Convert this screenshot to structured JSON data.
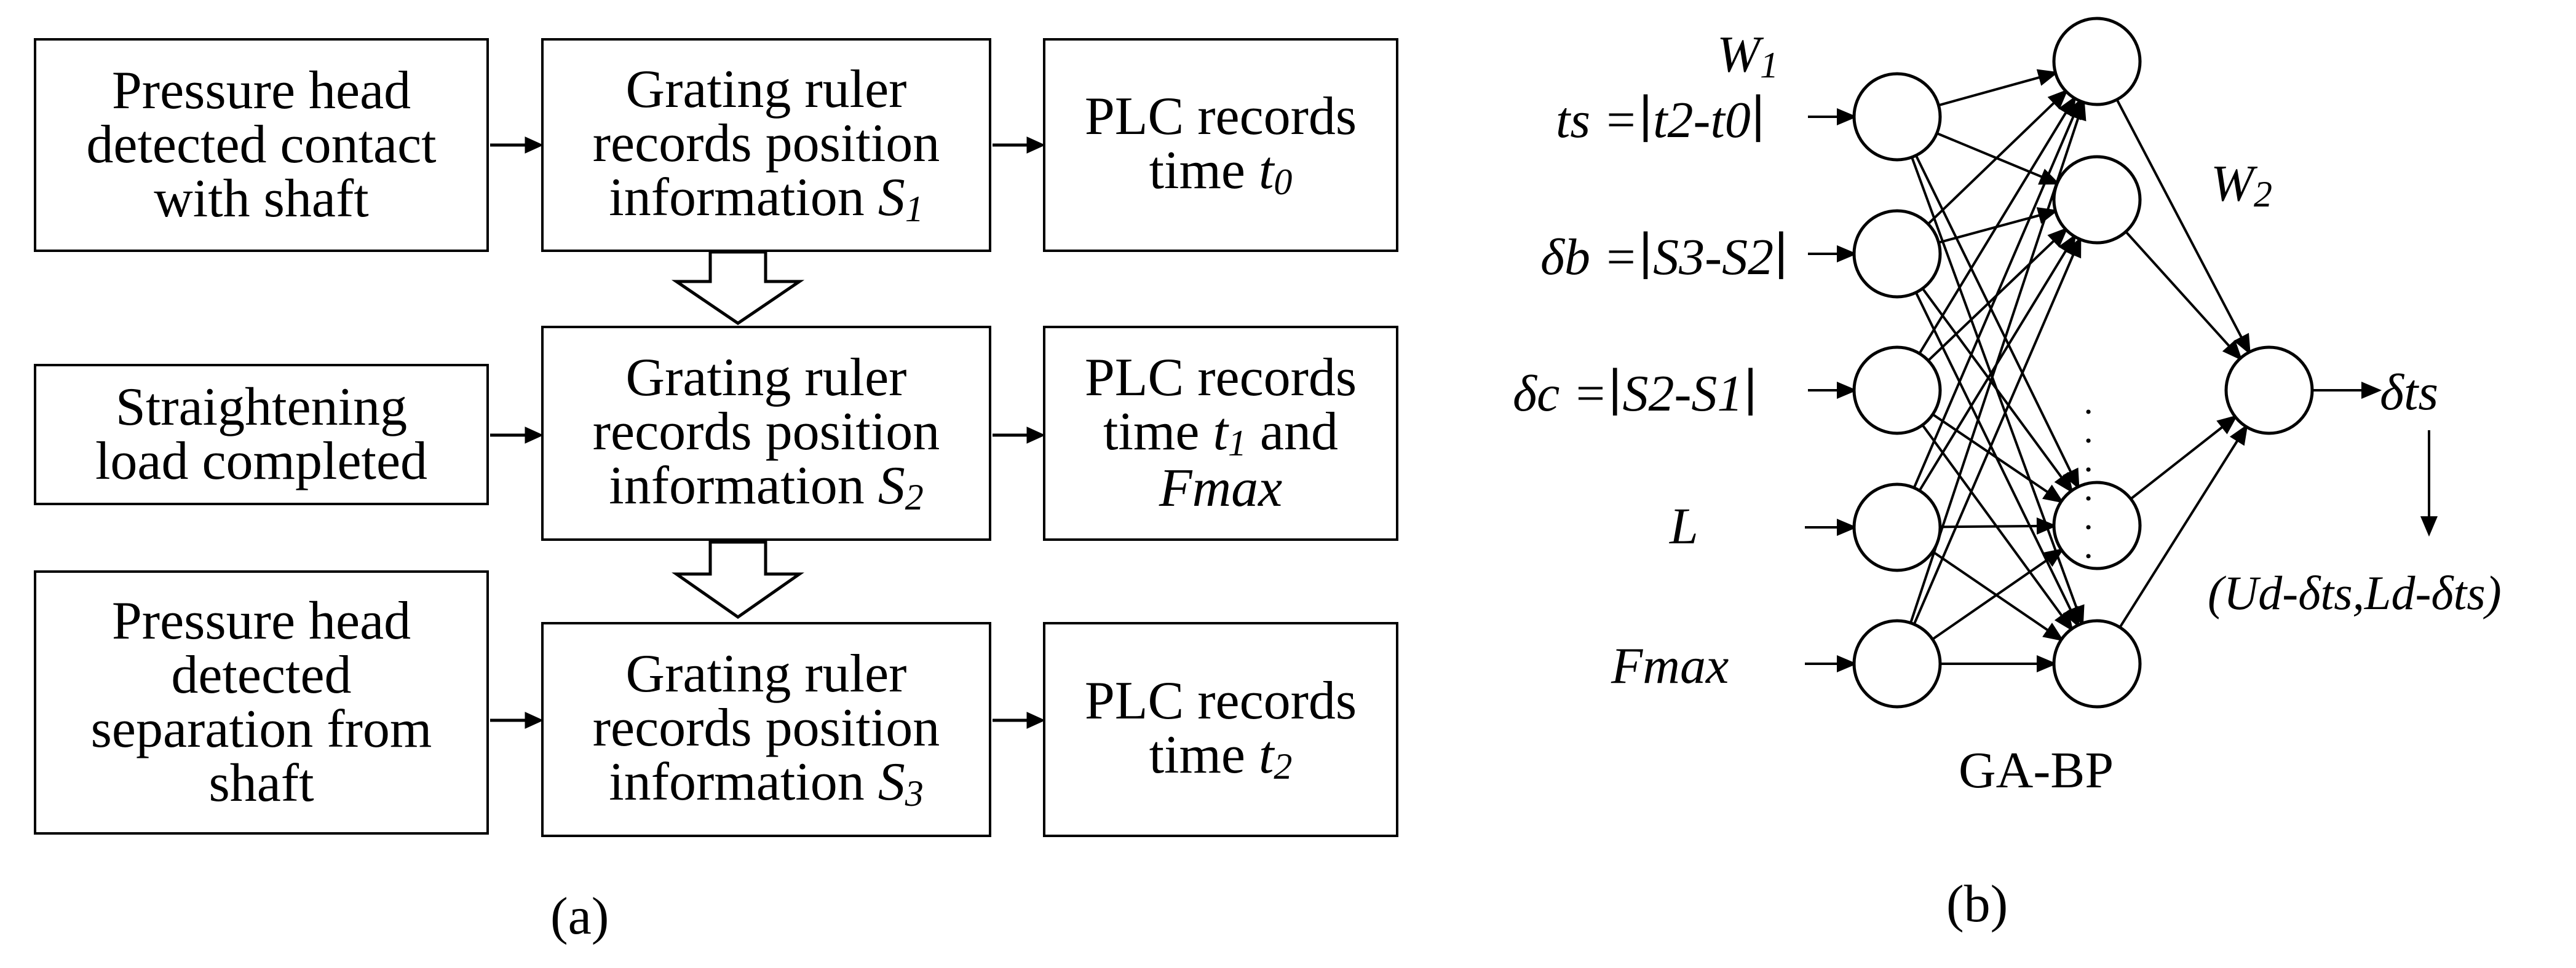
{
  "panel_a": {
    "caption": "(a)",
    "rows": [
      {
        "left": [
          "Pressure head",
          "detected contact",
          "with shaft"
        ],
        "middle": {
          "lines": [
            "Grating ruler",
            "records position",
            "information "
          ],
          "var": "S",
          "sub": "1"
        },
        "right": {
          "line1": "PLC records",
          "line2": "time ",
          "var": "t",
          "sub": "0"
        }
      },
      {
        "left": [
          "Straightening",
          "load completed"
        ],
        "middle": {
          "lines": [
            "Grating ruler",
            "records position",
            "information "
          ],
          "var": "S",
          "sub": "2"
        },
        "right": {
          "line1": "PLC records",
          "line2": "time ",
          "var": "t",
          "sub": "1",
          "suffix": " and",
          "line3": "Fmax"
        }
      },
      {
        "left": [
          "Pressure head",
          "detected",
          "separation from",
          "shaft"
        ],
        "middle": {
          "lines": [
            "Grating ruler",
            "records position",
            "information "
          ],
          "var": "S",
          "sub": "3"
        },
        "right": {
          "line1": "PLC records",
          "line2": "time ",
          "var": "t",
          "sub": "2"
        }
      }
    ]
  },
  "panel_b": {
    "caption": "(b)",
    "network_label": "GA-BP",
    "w1": {
      "base": "W",
      "sub": "1"
    },
    "w2": {
      "base": "W",
      "sub": "2"
    },
    "inputs": [
      {
        "label": "ts =∣t2-t0∣"
      },
      {
        "label": "δb =∣S3-S2∣"
      },
      {
        "label": "δc =∣S2-S1∣"
      },
      {
        "label": "L"
      },
      {
        "label": "Fmax"
      }
    ],
    "hidden_dots": "· · · · · ·",
    "output_label": "δts",
    "result_label": "(Ud-δts,Ld-δts)"
  }
}
